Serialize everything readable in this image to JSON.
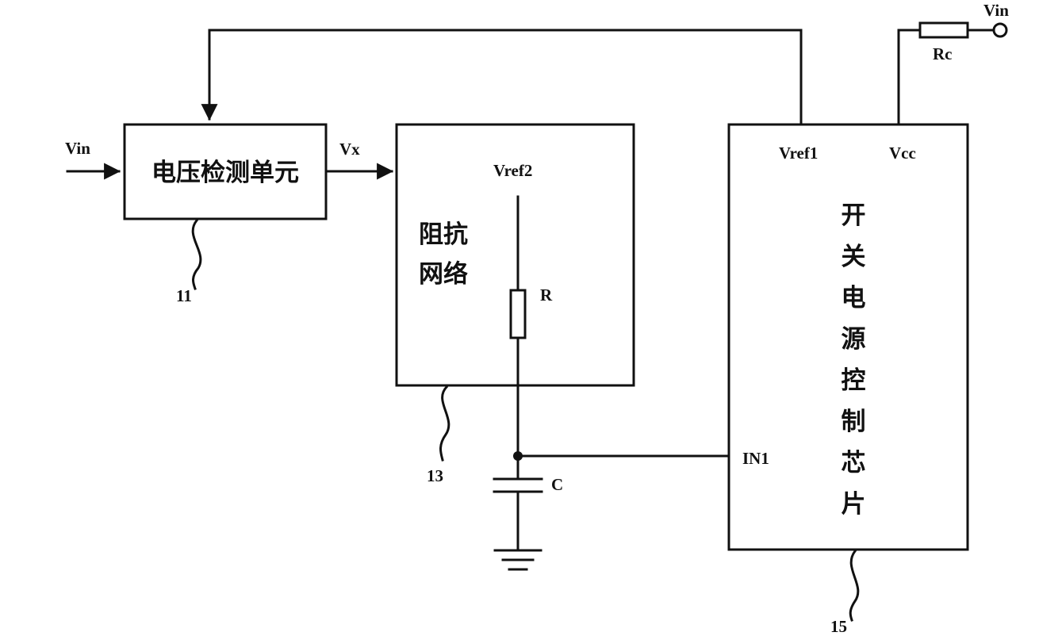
{
  "blocks": {
    "voltage_detect": {
      "name": "电压检测单元",
      "ref": "11"
    },
    "impedance_network": {
      "name_line1": "阻抗",
      "name_line2": "网络",
      "ref": "13"
    },
    "controller": {
      "name_chars": [
        "开",
        "关",
        "电",
        "源",
        "控",
        "制",
        "芯",
        "片"
      ],
      "ref": "15",
      "pin_vref1": "Vref1",
      "pin_vcc": "Vcc",
      "pin_in1": "IN1"
    }
  },
  "signals": {
    "vin_left": "Vin",
    "vx": "Vx",
    "vref2": "Vref2",
    "vin_top": "Vin"
  },
  "components": {
    "resistor_r": "R",
    "resistor_rc": "Rc",
    "capacitor_c": "C"
  }
}
